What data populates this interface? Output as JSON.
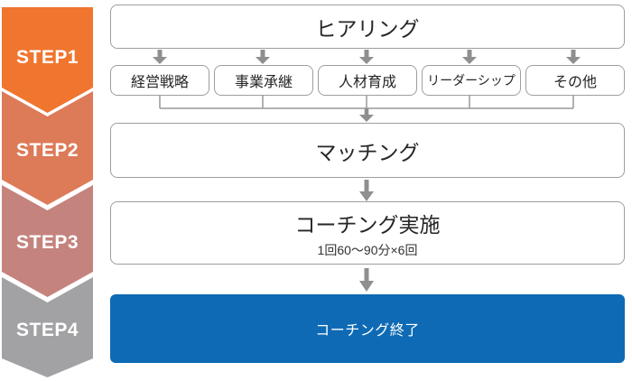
{
  "steps": [
    {
      "label": "STEP1",
      "color": "#f0752f"
    },
    {
      "label": "STEP2",
      "color": "#dd7a58"
    },
    {
      "label": "STEP3",
      "color": "#c4837d"
    },
    {
      "label": "STEP4",
      "color": "#a2a2a4"
    }
  ],
  "step1": {
    "title": "ヒアリング",
    "categories": [
      "経営戦略",
      "事業承継",
      "人材育成",
      "リーダーシップ",
      "その他"
    ]
  },
  "step2": {
    "title": "マッチング"
  },
  "step3": {
    "title": "コーチング実施",
    "subtitle": "1回60〜90分×6回"
  },
  "step4": {
    "title": "コーチング終了"
  },
  "colors": {
    "accent_blue": "#0e6ab4",
    "arrow_gray": "#8f8f8f",
    "line_gray": "#999999",
    "box_border": "#9e9e9e"
  }
}
